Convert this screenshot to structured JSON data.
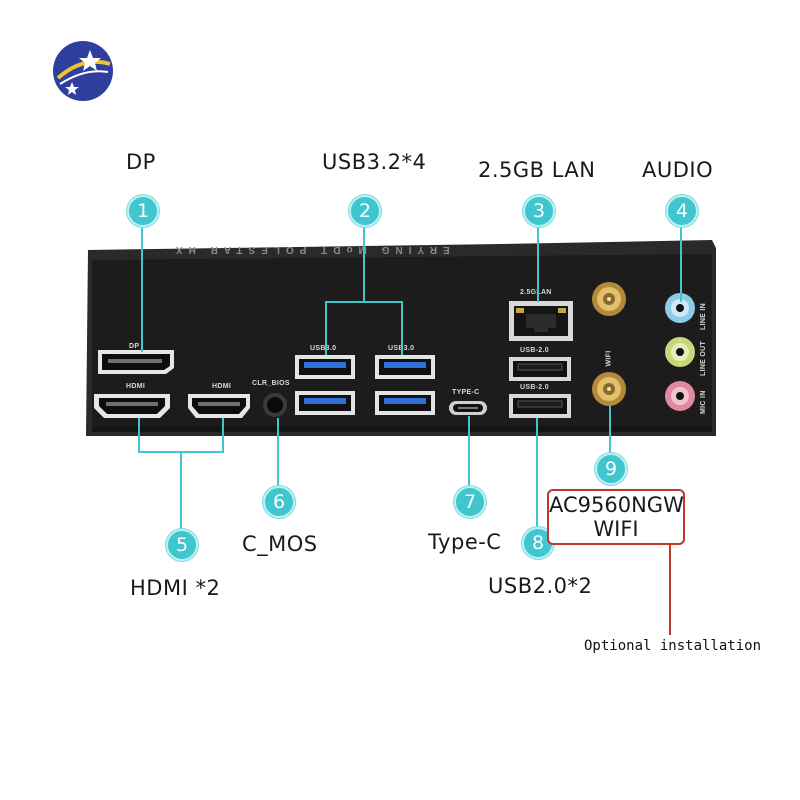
{
  "labels": {
    "dp": "DP",
    "usb32": "USB3.2*4",
    "lan": "2.5GB LAN",
    "audio": "AUDIO",
    "hdmi": "HDMI *2",
    "cmos": "C_MOS",
    "typec": "Type-C",
    "usb20": "USB2.0*2",
    "wifi_line1": "AC9560NGW",
    "wifi_line2": "WIFI",
    "optional": "Optional installation"
  },
  "badges": [
    "1",
    "2",
    "3",
    "4",
    "5",
    "6",
    "7",
    "8",
    "9"
  ],
  "panel": {
    "brand_text": "ERYING MoDT POLESTAR HX",
    "dp": "DP",
    "hdmi_1": "HDMI",
    "hdmi_2": "HDMI",
    "clr_bios": "CLR_BIOS",
    "usb3_a": "USB3.0",
    "usb3_b": "USB3.0",
    "lan": "2.5GLAN",
    "usb2_a": "USB-2.0",
    "usb2_b": "USB-2.0",
    "typec": "TYPE-C",
    "wifi": "WIFI",
    "line_in": "LINE IN",
    "line_out": "LINE OUT",
    "mic_in": "MIC IN"
  },
  "colors": {
    "accent": "#3fc6cf",
    "highlight_box": "#c0392b",
    "usb3_blue": "#2f6fd6",
    "line_in": "#8ecbe8",
    "line_out": "#c9d67a",
    "mic_in": "#e08aa0",
    "antenna_gold": "#c9a24a"
  },
  "icons": {
    "logo": "globe-star-logo-icon"
  }
}
